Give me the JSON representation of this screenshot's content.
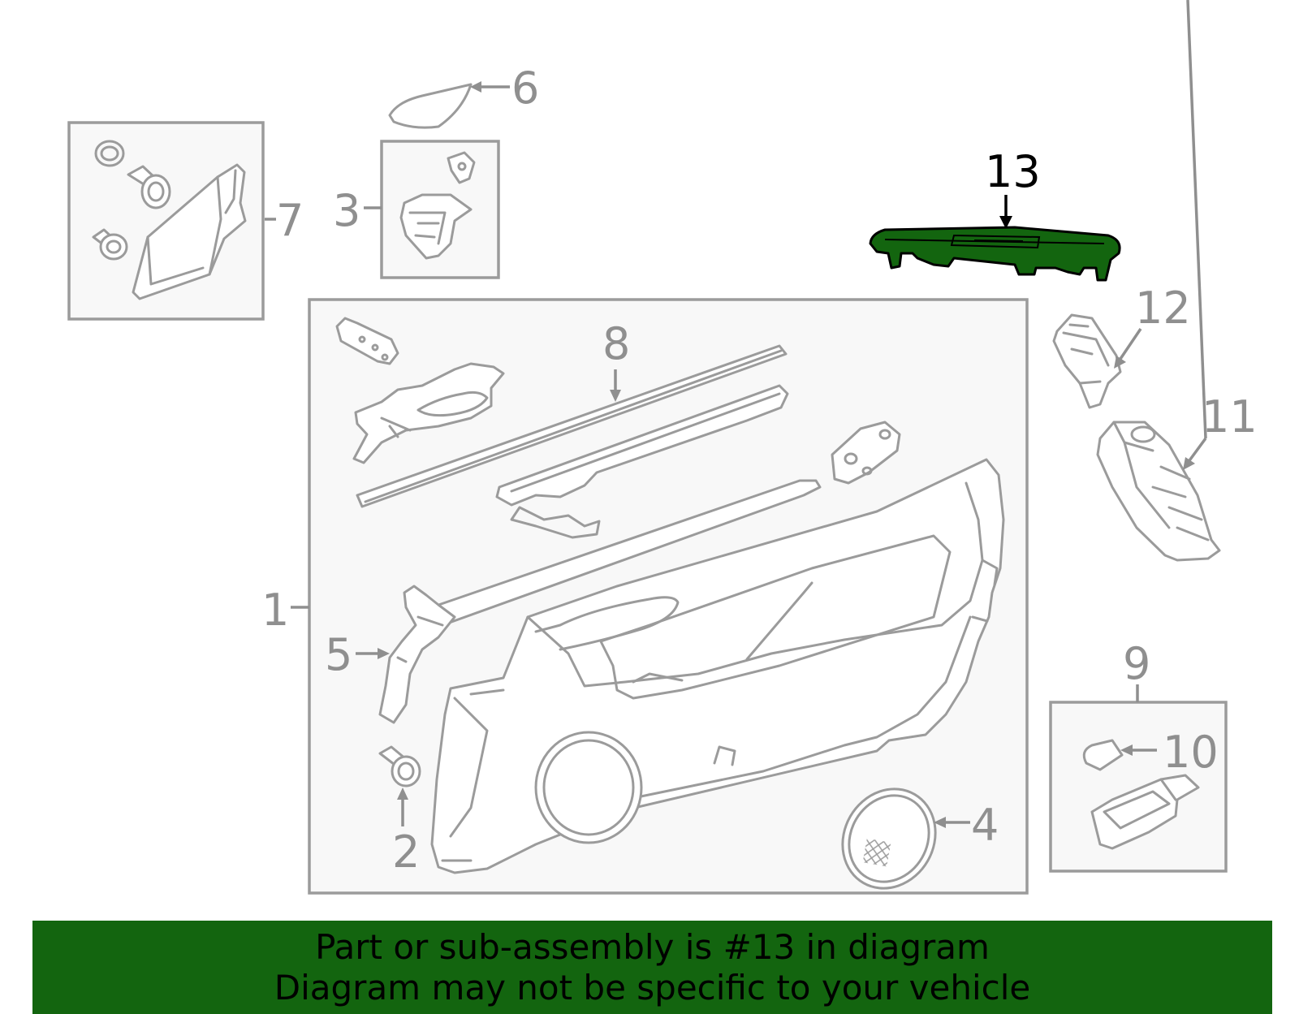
{
  "callouts": {
    "c1": "1",
    "c2": "2",
    "c3": "3",
    "c4": "4",
    "c5": "5",
    "c6": "6",
    "c7": "7",
    "c8": "8",
    "c9": "9",
    "c10": "10",
    "c11": "11",
    "c12": "12",
    "c13": "13"
  },
  "highlight": {
    "part": "13",
    "color": "#13650f"
  },
  "banner": {
    "line1": "Part or sub-assembly is #13 in diagram",
    "line2": "Diagram may not be specific to your vehicle",
    "background": "#13650f"
  }
}
